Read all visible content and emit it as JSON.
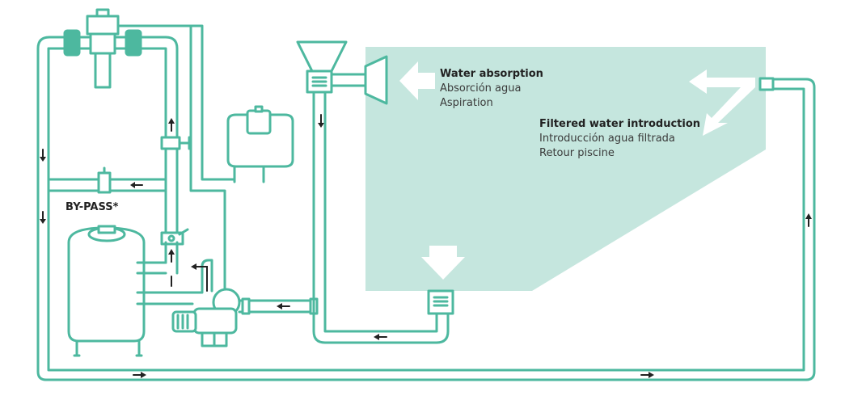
{
  "colors": {
    "pipe": "#4db89f",
    "pool": "#c5e6de",
    "arrow": "#222222",
    "white": "#ffffff"
  },
  "labels": {
    "water_absorption": {
      "title": "Water absorption",
      "es": "Absorción agua",
      "fr": "Aspiration"
    },
    "filtered_water": {
      "title": "Filtered water introduction",
      "es": "Introducción agua filtrada",
      "fr": "Retour piscine"
    },
    "bypass": "BY-PASS*"
  },
  "icons": {
    "pipe_arrow": "arrow-icon",
    "pool_arrow": "big-white-arrow-icon"
  }
}
